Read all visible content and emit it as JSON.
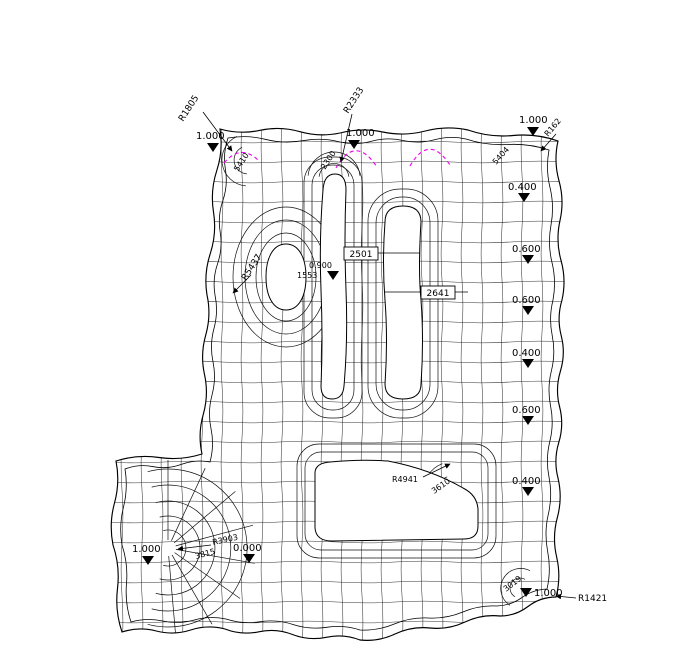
{
  "colors": {
    "line": "#000000",
    "reference": "#ee00ee",
    "background": "#ffffff"
  },
  "labels": {
    "r1805": "R1805",
    "n5410": "5410",
    "r2333": "R2333",
    "n2300": "2300",
    "top_left_datum": "1.000",
    "top_mid_datum": "1.000",
    "top_right_datum": "1.000",
    "r162": "R162",
    "n5404": "5404",
    "right_d1": "0.400",
    "right_d2": "0.600",
    "right_d3": "0.600",
    "right_d4": "0.400",
    "right_d5": "0.600",
    "right_d6": "0.400",
    "r5437": "R5437",
    "d0900": "0.900",
    "n1553": "1553",
    "box2501": "2501",
    "box2641": "2641",
    "r4941": "R4941",
    "n3610": "3610",
    "r3903": "R3903",
    "d0000": "0.000",
    "n3815": "3815",
    "bottom_left_datum": "1.000",
    "n3019": "3019",
    "bottom_right_datum": "1.000",
    "r1421": "R1421"
  }
}
